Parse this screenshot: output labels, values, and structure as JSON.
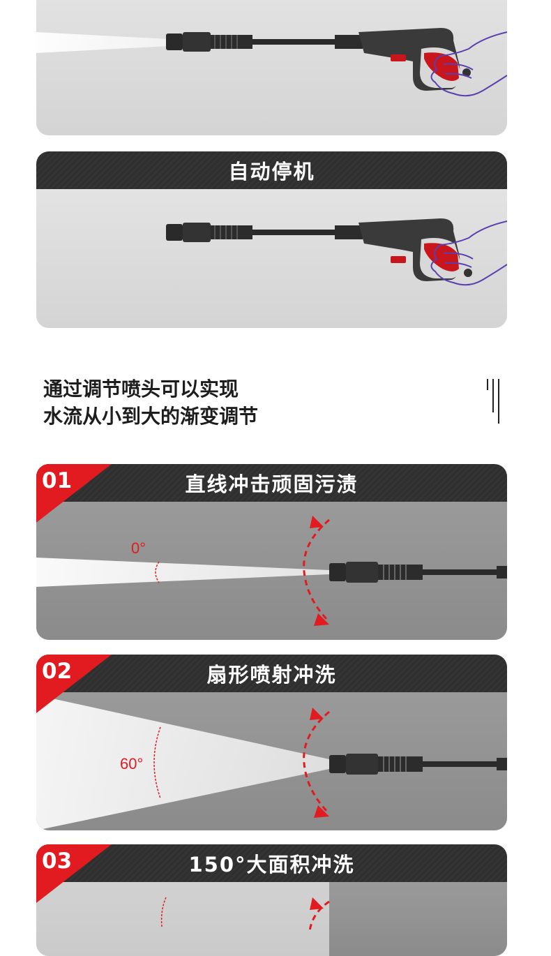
{
  "panels": [
    {
      "title": ""
    },
    {
      "title": "自动停机"
    },
    {
      "number": "01",
      "title": "直线冲击顽固污渍",
      "angle": "0°"
    },
    {
      "number": "02",
      "title": "扇形喷射冲洗",
      "angle": "60°"
    },
    {
      "number": "03",
      "title": "150°大面积冲洗"
    }
  ],
  "intro": {
    "line1": "通过调节喷头可以实现",
    "line2": "水流从小到大的渐变调节"
  },
  "colors": {
    "accent_red": "#e11b1f",
    "header_dark": "#2f2f2f",
    "panel_light": "#d9d9d9",
    "panel_dark": "#8e8e8e"
  },
  "icons": [
    "spray-gun-icon",
    "rotate-arrows-icon",
    "water-jet-icon",
    "hand-outline-icon"
  ]
}
